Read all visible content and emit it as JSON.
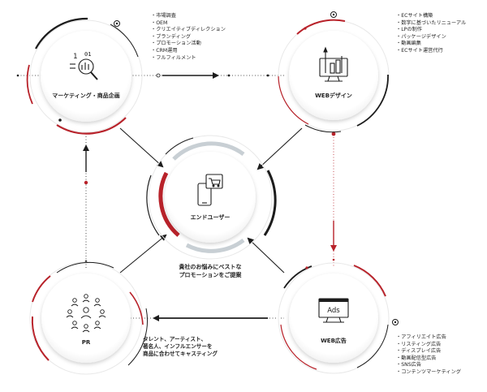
{
  "nodes": {
    "marketing": {
      "label": "マーケティング・商品企画",
      "icon": "magnifier-chart-icon"
    },
    "webdesign": {
      "label": "WEBデザイン",
      "icon": "monitor-design-icon"
    },
    "center": {
      "label": "エンドユーザー",
      "icon": "smartphone-cart-icon"
    },
    "pr": {
      "label": "PR",
      "icon": "people-network-icon"
    },
    "webad": {
      "label": "WEB広告",
      "icon": "ads-monitor-icon",
      "ads_text": "Ads"
    }
  },
  "lists": {
    "marketing": [
      "市場調査",
      "OEM",
      "クリエイティブディレクション",
      "ブランディング",
      "プロモーション活動",
      "CRM運用",
      "フルフィルメント"
    ],
    "webdesign": [
      "ECサイト構築",
      "数字に基づいたリニューアル",
      "LPの制作",
      "パッケージデザイン",
      "動画編集",
      "ECサイト運営代行"
    ],
    "webad": [
      "アフィリエイト広告",
      "リスティング広告",
      "ディスプレイ広告",
      "動画配信型広告",
      "SNS広告",
      "コンテンツマーケティング"
    ]
  },
  "pr_text": [
    "タレント、アーティスト、",
    "著名人、インフルエンサーを",
    "商品に合わせてキャスティング"
  ],
  "center_text": [
    "貴社のお悩みにベストな",
    "プロモーションをご提案"
  ],
  "colors": {
    "accent": "#b8222a",
    "dark": "#1c1c1c",
    "ring": "#e6e6e6"
  }
}
